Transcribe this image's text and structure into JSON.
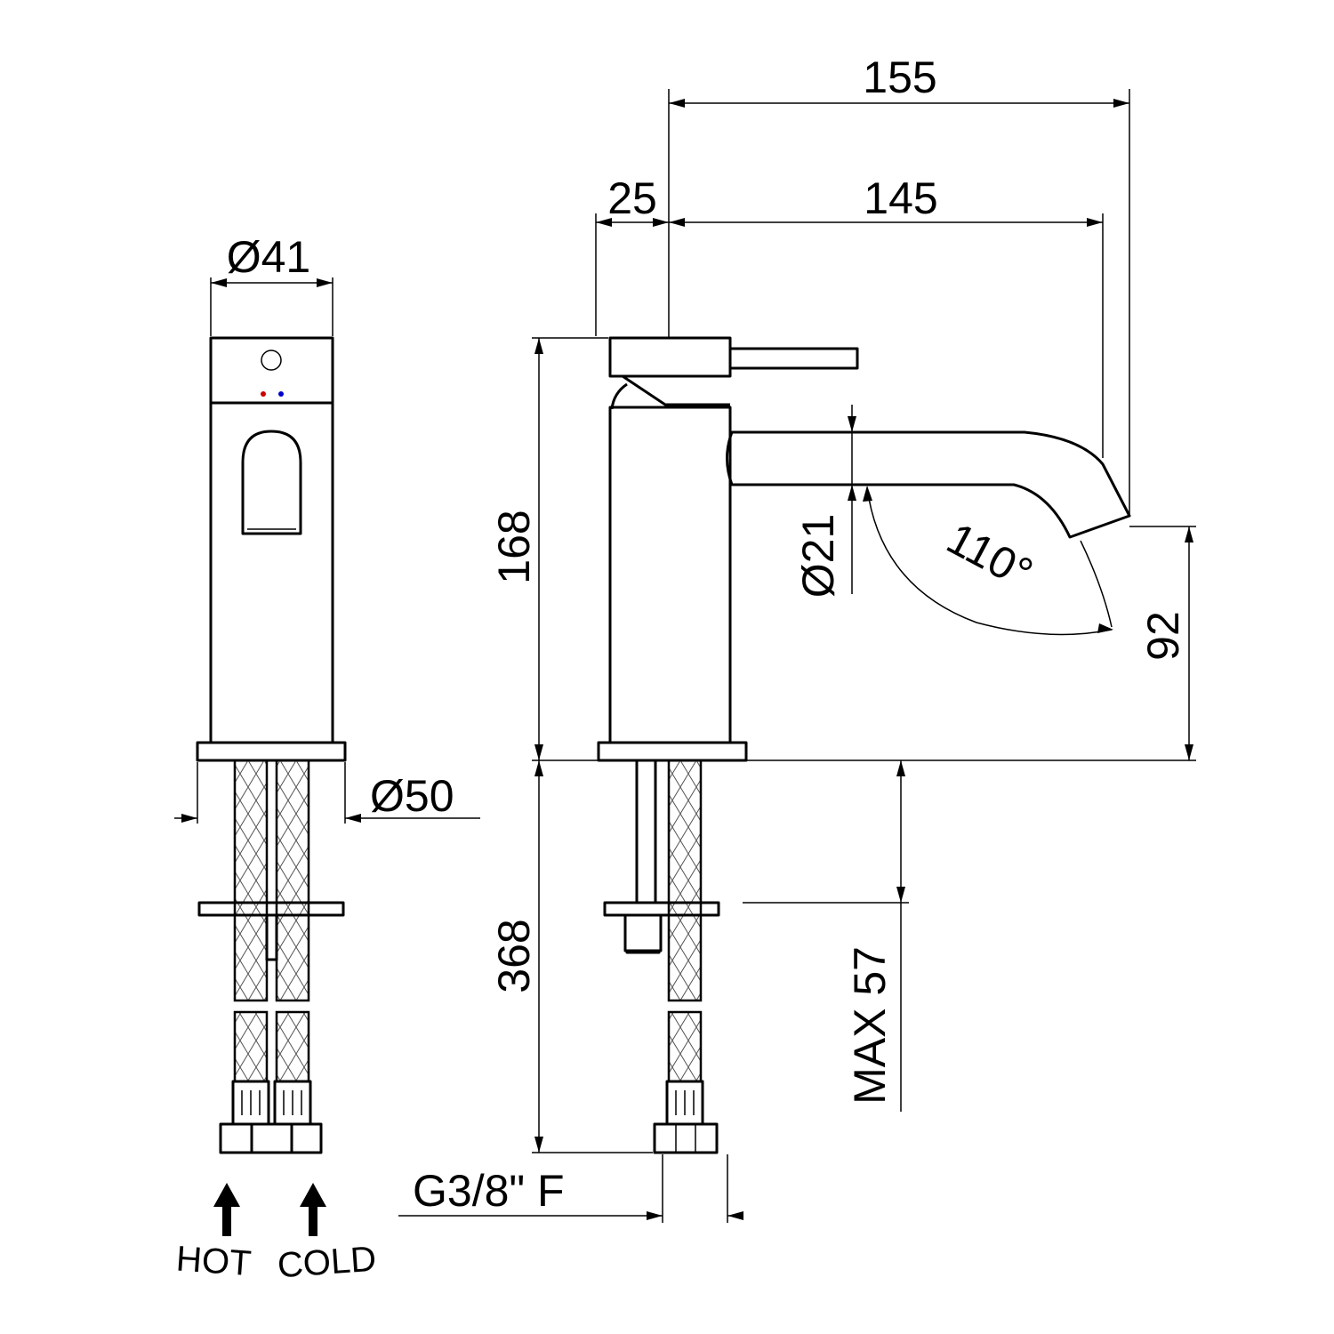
{
  "dimensions": {
    "total_reach": "155",
    "rear_offset": "25",
    "spout_reach": "145",
    "body_diameter": "Ø41",
    "spout_diameter": "Ø21",
    "base_diameter": "Ø50",
    "body_height": "168",
    "spout_height": "92",
    "hose_length": "368",
    "max_deck_thickness": "MAX 57",
    "swivel_angle": "110°",
    "connection": "G3/8\" F"
  },
  "inlets": {
    "hot": "HOT",
    "cold": "COLD"
  },
  "colors": {
    "line": "#000000",
    "background": "#ffffff"
  }
}
